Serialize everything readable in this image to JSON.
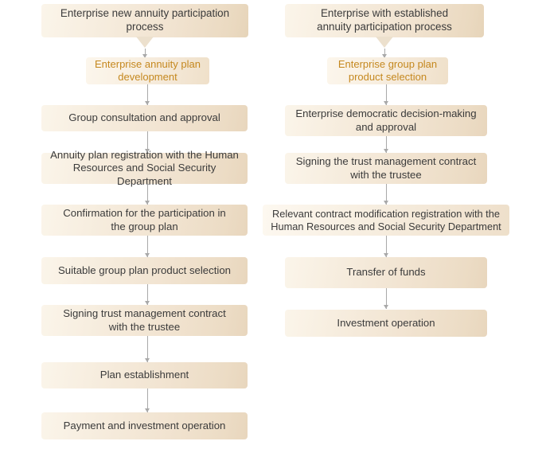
{
  "diagram": {
    "title": "Enterprise annuity participation process flowchart",
    "type": "flowchart",
    "background_color": "#ffffff",
    "node_fill_light": "#fbf5ea",
    "node_fill_dark": "#e8d6bd",
    "text_color": "#3b3b3b",
    "accent_text_color": "#c5881f",
    "connector_color": "#a9a9a9"
  },
  "columns": [
    {
      "id": "new-participation",
      "header": {
        "label": "Enterprise new annuity participation\nprocess"
      },
      "steps": [
        {
          "label": "Enterprise annuity plan\ndevelopment",
          "style": "accent"
        },
        {
          "label": "Group consultation and approval",
          "style": "normal"
        },
        {
          "label": "Annuity plan registration with the Human\nResources and Social Security Department",
          "style": "normal"
        },
        {
          "label": "Confirmation for the participation in\nthe group plan",
          "style": "normal"
        },
        {
          "label": "Suitable group plan product selection",
          "style": "normal"
        },
        {
          "label": "Signing trust management contract\nwith the trustee",
          "style": "normal"
        },
        {
          "label": "Plan establishment",
          "style": "normal"
        },
        {
          "label": "Payment and investment operation",
          "style": "normal"
        }
      ]
    },
    {
      "id": "established-participation",
      "header": {
        "label": "Enterprise with established\nannuity participation process"
      },
      "steps": [
        {
          "label": "Enterprise group plan\nproduct selection",
          "style": "accent"
        },
        {
          "label": "Enterprise democratic decision-making\nand approval",
          "style": "normal"
        },
        {
          "label": "Signing the trust management contract\nwith the trustee",
          "style": "normal"
        },
        {
          "label": "Relevant contract modification registration with the\nHuman Resources and Social Security Department",
          "style": "normal"
        },
        {
          "label": "Transfer of funds",
          "style": "normal"
        },
        {
          "label": "Investment operation",
          "style": "normal"
        }
      ]
    }
  ]
}
